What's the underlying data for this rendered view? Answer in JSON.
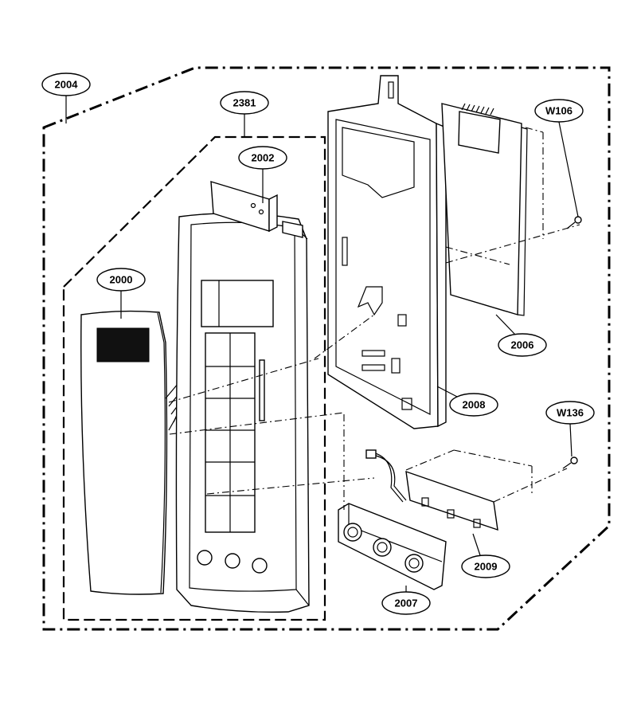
{
  "callouts": {
    "c2004": "2004",
    "c2381": "2381",
    "c2002": "2002",
    "c2000": "2000",
    "cW106": "W106",
    "c2006": "2006",
    "c2008": "2008",
    "cW136": "W136",
    "c2009": "2009",
    "c2007": "2007"
  },
  "colors": {
    "line": "#000000",
    "background": "#ffffff"
  }
}
